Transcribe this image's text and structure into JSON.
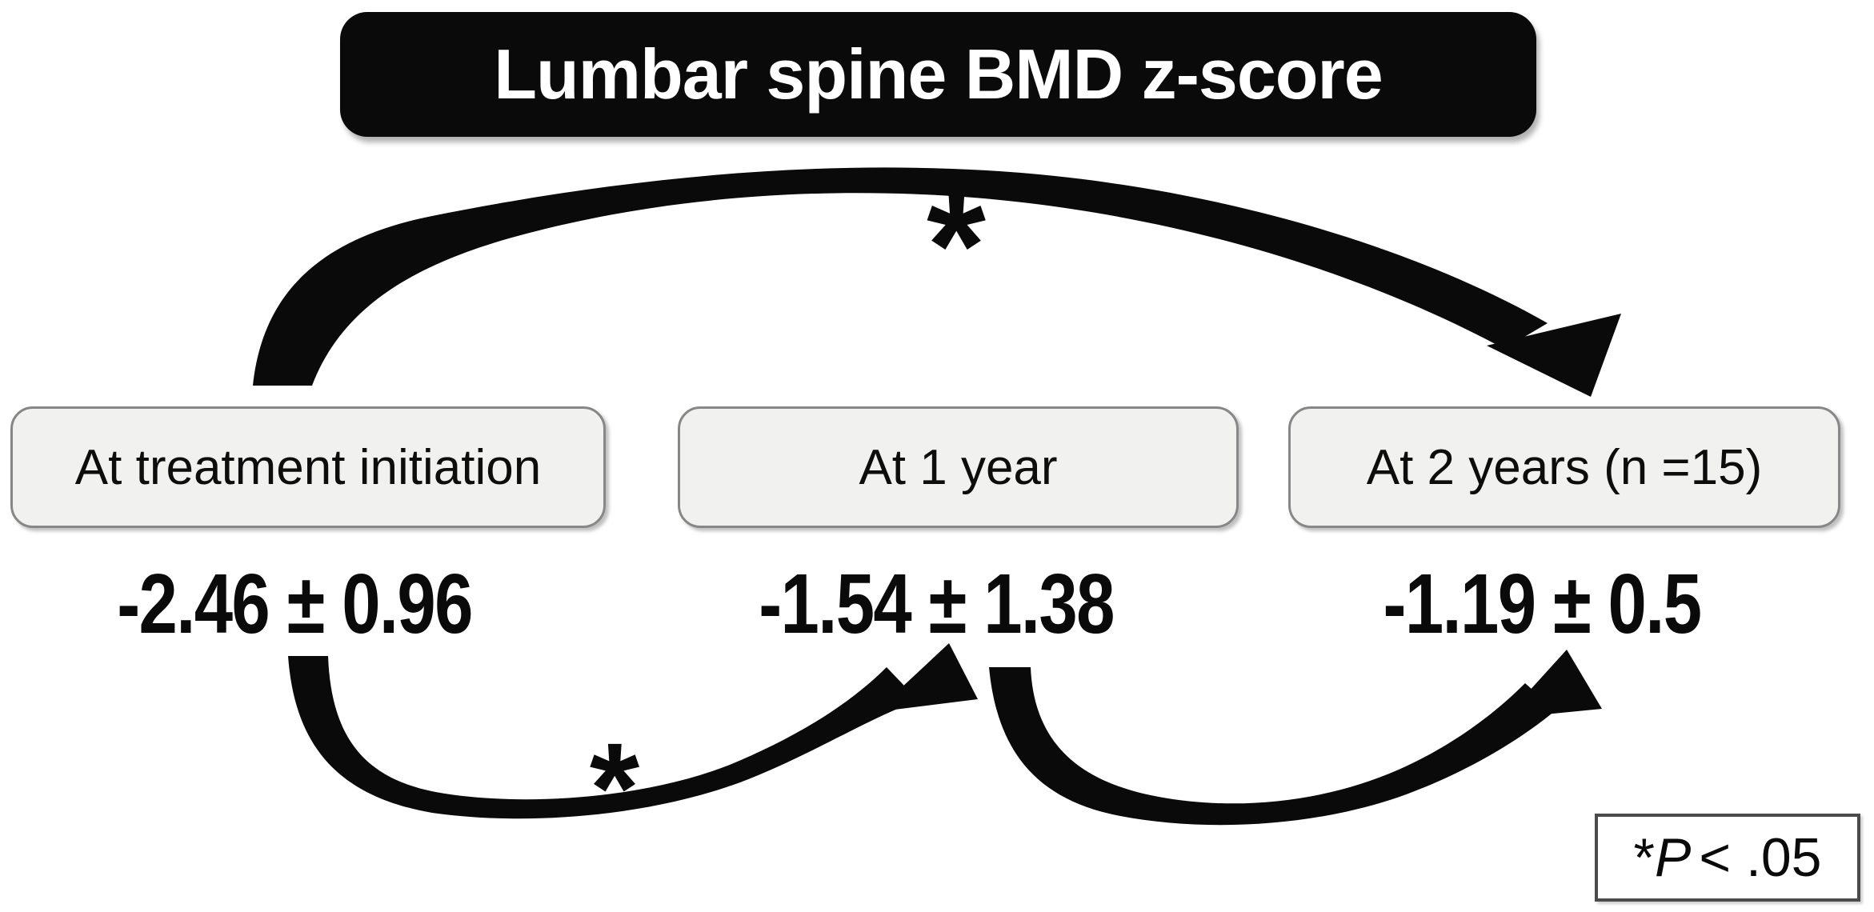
{
  "title": "Lumbar spine BMD z-score",
  "stages": [
    {
      "label": "At treatment initiation",
      "value": "-2.46 ± 0.96"
    },
    {
      "label": "At 1 year",
      "value": "-1.54 ± 1.38"
    },
    {
      "label": "At 2 years (n =15)",
      "value": "-1.19 ± 0.5"
    }
  ],
  "arrows": [
    {
      "from": "At treatment initiation",
      "to": "At 2 years (n =15)",
      "marker": "*"
    },
    {
      "from": "At treatment initiation",
      "to": "At 1 year",
      "marker": "*"
    },
    {
      "from": "At 1 year",
      "to": "At 2 years (n =15)",
      "marker": ""
    }
  ],
  "legend": {
    "symbol": "*",
    "variable": "P",
    "comparison": "< .05"
  },
  "colors": {
    "title_bg": "#0a0a0a",
    "title_text": "#ffffff",
    "box_bg": "#f1f1ef",
    "box_border": "#878787",
    "arrow": "#0a0a0a",
    "legend_border": "#4b4b4b"
  }
}
